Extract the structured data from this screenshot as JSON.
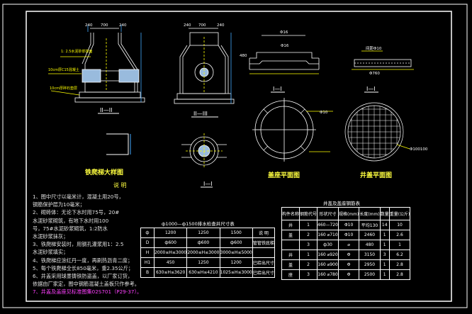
{
  "titles": {
    "ladder": "铁爬梯大样图",
    "cover_plan": "盖座平面图",
    "lid_plan": "井盖平面图",
    "sec_II": "II—II",
    "sec_IIIII": "II—III",
    "sec_I_small": "I—I",
    "sec_I_mid": "I—I",
    "sec_I_a": "I—I",
    "sec_I_b": "I—I"
  },
  "dims": {
    "d240a": "240",
    "d700a": "700",
    "d240b": "240",
    "d240c": "240",
    "d700b": "700",
    "d240d": "240",
    "d16a": "Φ16",
    "d16b": "Φ16",
    "d480": "480",
    "d10": "间距Φ10",
    "d760": "Φ760",
    "d100": "Φ100100",
    "d10b": "Φ10",
    "note1": "1: 2.5水泥砂浆抹面",
    "note2": "10cm厚C15混凝土",
    "note3": "10cm厚碎石垫层"
  },
  "notes": {
    "head": "说  明",
    "lines": [
      "1、图中尺寸以毫米计，混凝土用20号，",
      "    钢筋保护层为10毫米；",
      "2、砌砖体：无论下水时用75号，20#",
      "    水泥砂浆砌筑，有地下水时用100",
      "    号，75#水泥砂浆砌筑，1:2防水",
      "    水泥砂浆抹灰；",
      "3、铁爬梯安装时，用钢孔灌浆用1：2.5",
      "    水泥砂浆填实；",
      "4、铁爬梯应涂红丹一度，再刷热沥青二度；",
      "5、每个铁爬梯全长850毫米，重2.35公斤；",
      "6、井盖采用球墨铸铁防盗盖，以厂家订货，",
      "    依据由厂家定，图中钢筋混凝土盖板只作参考。"
    ],
    "pink": "7、井盖及盖座见标准图集02S701（P29-37）。"
  },
  "table_a": {
    "caption": "ф1000—ф1500排水检查井尺寸表",
    "rows": [
      [
        "ф",
        "1200",
        "1250",
        "1500",
        "说  明"
      ],
      [
        "D",
        "ф600",
        "ф600",
        "ф600",
        "管管铁底梯"
      ],
      [
        "H",
        "2000≤H≤3000",
        "2000≤H≤3000",
        "3000≤H≤5000",
        ""
      ],
      [
        "H1",
        "450",
        "1250",
        "1200",
        "已给出尺寸"
      ],
      [
        "B",
        "630≤H≤3620",
        "630≤H≤4210",
        "1025≤H≤3000",
        "已给出尺寸"
      ]
    ]
  },
  "table_b": {
    "caption": "井盖及盖座钢筋表",
    "header": [
      "构件名称",
      "钢筋代号",
      "形状尺寸",
      "规格(mm)",
      "长度(mm)",
      "数量",
      "重量(公斤)"
    ],
    "rows": [
      [
        "井",
        "1",
        "460—720",
        "Φ10",
        "平均130",
        "14",
        "10"
      ],
      [
        "盖",
        "2",
        "160 ⌀710",
        "Φ10",
        "2460",
        "1",
        "2.6"
      ],
      [
        "",
        "3",
        "ф30",
        "⌀",
        "480",
        "1",
        "1"
      ],
      [
        "井",
        "1",
        "160 ⌀920",
        "Φ",
        "3150",
        "3",
        "6.2"
      ],
      [
        "盖",
        "2",
        "160 ⌀900",
        "Φ",
        "2950",
        "1",
        "2.8"
      ],
      [
        "座",
        "3",
        "160 ⌀780",
        "Φ",
        "2500",
        "1",
        "2.8"
      ]
    ]
  }
}
